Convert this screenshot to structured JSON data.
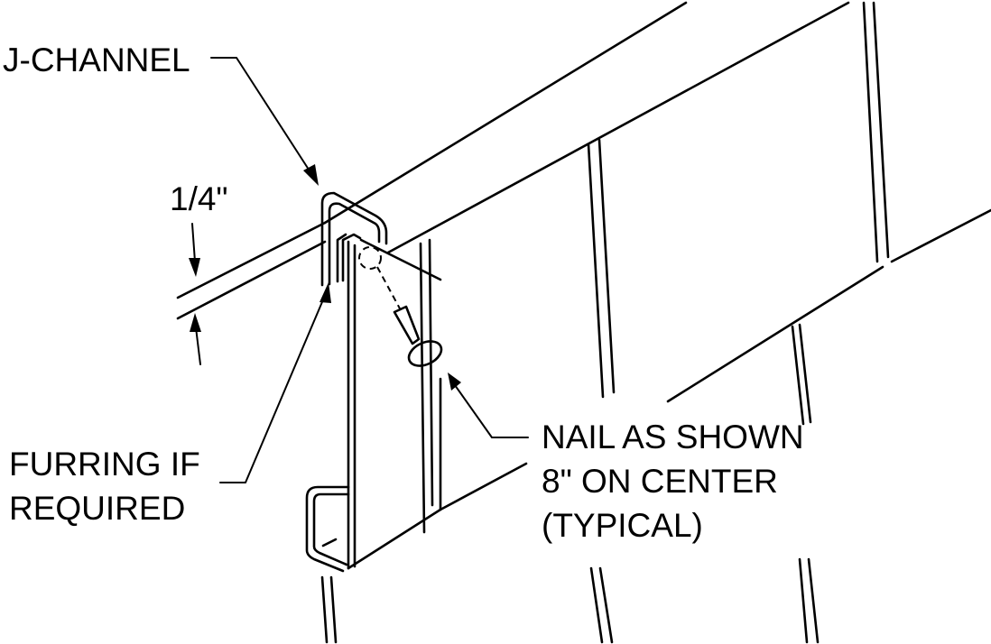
{
  "labels": {
    "j_channel": "J-CHANNEL",
    "gap": "1/4\"",
    "furring_line1": "FURRING IF",
    "furring_line2": "REQUIRED",
    "nail_line1": "NAIL AS SHOWN",
    "nail_line2": "8\" ON CENTER",
    "nail_line3": "(TYPICAL)"
  },
  "colors": {
    "line": "#000000",
    "background": "#ffffff"
  }
}
